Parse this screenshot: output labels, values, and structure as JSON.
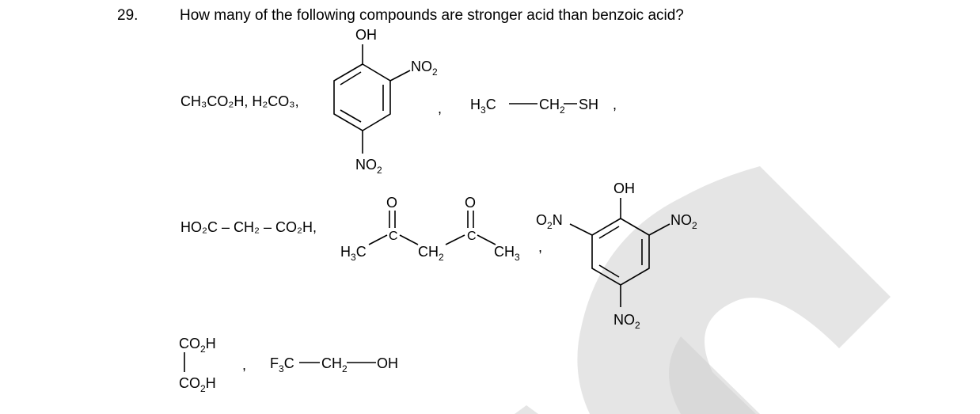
{
  "question": {
    "number": "29.",
    "text": "How many of the following compounds are stronger acid than benzoic acid?"
  },
  "labels": {
    "oh": "OH",
    "no2": "NO",
    "sub2": "2",
    "sub3": "3",
    "acetic_acid": "CH₃CO₂H, H₂CO₃,",
    "malonic_acid": "HO₂C – CH₂ – CO₂H,",
    "ethanethiol_left": "H",
    "ethanethiol_c": "C",
    "ethanethiol_ch": "CH",
    "ethanethiol_sh": "SH",
    "comma": ",",
    "o": "O",
    "c": "C",
    "h3c": "H",
    "ch": "CH",
    "o2n": "O",
    "n": "N",
    "co2h": "CO",
    "h": "H",
    "f": "F",
    "oh_end": "OH"
  },
  "colors": {
    "text": "#000000",
    "watermark": "#d0d0d0"
  }
}
